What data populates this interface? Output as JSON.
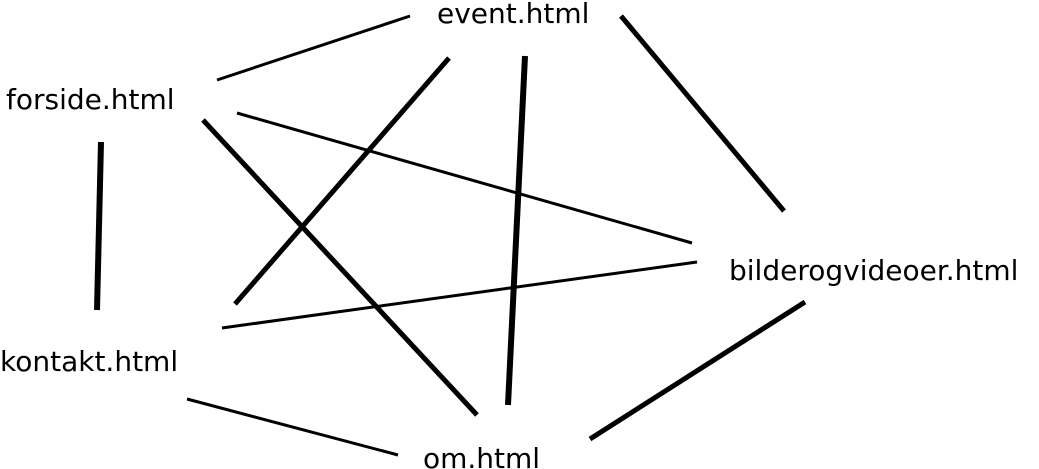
{
  "diagram": {
    "nodes": [
      {
        "id": "event",
        "label": "event.html"
      },
      {
        "id": "forside",
        "label": "forside.html"
      },
      {
        "id": "bilder",
        "label": "bilderogvideoer.html"
      },
      {
        "id": "kontakt",
        "label": "kontakt.html"
      },
      {
        "id": "om",
        "label": "om.html"
      }
    ],
    "edges": [
      {
        "from": "forside",
        "to": "event"
      },
      {
        "from": "event",
        "to": "bilder"
      },
      {
        "from": "event",
        "to": "kontakt"
      },
      {
        "from": "event",
        "to": "om"
      },
      {
        "from": "forside",
        "to": "bilder"
      },
      {
        "from": "forside",
        "to": "om"
      },
      {
        "from": "forside",
        "to": "kontakt"
      },
      {
        "from": "kontakt",
        "to": "bilder"
      },
      {
        "from": "kontakt",
        "to": "om"
      },
      {
        "from": "om",
        "to": "bilder"
      }
    ],
    "colors": {
      "line": "#000000",
      "text": "#000000",
      "background": "#ffffff"
    }
  }
}
